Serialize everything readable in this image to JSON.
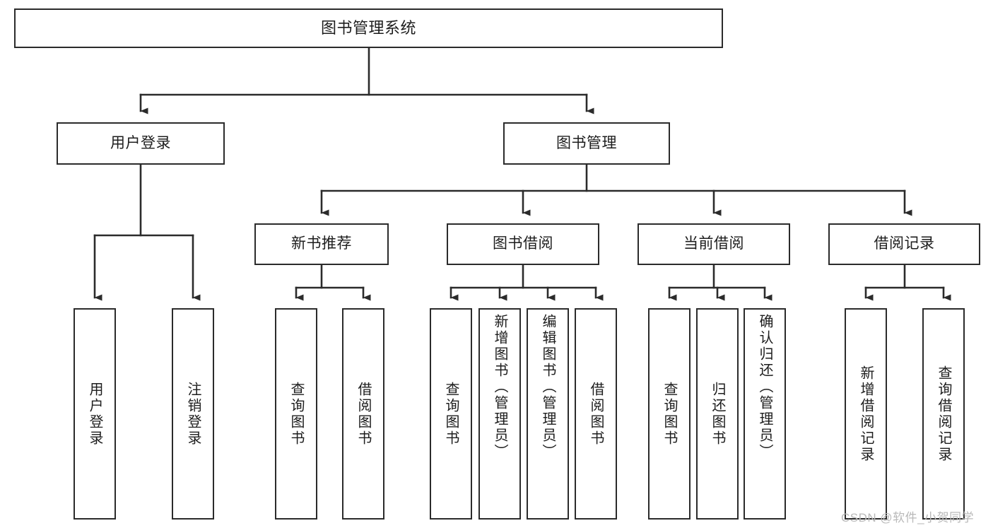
{
  "diagram": {
    "title": "图书管理系统",
    "type": "tree",
    "watermark": "CSDN @软件_小贺同学",
    "colors": {
      "border": "#2b2b2b",
      "text": "#1d1d1d",
      "background": "#ffffff",
      "watermark": "#b9b9b9"
    },
    "nodes": {
      "root": {
        "label": "图书管理系统",
        "level": 0
      },
      "user_login": {
        "label": "用户登录",
        "level": 1
      },
      "book_mgmt": {
        "label": "图书管理",
        "level": 1
      },
      "new_book_rec": {
        "label": "新书推荐",
        "level": 2
      },
      "book_borrow": {
        "label": "图书借阅",
        "level": 2
      },
      "current_borrow": {
        "label": "当前借阅",
        "level": 2
      },
      "borrow_record": {
        "label": "借阅记录",
        "level": 2
      },
      "leaf_user_login": {
        "label": "用户登录",
        "level": 3
      },
      "leaf_logout": {
        "label": "注销登录",
        "level": 3
      },
      "leaf_query_book_1": {
        "label": "查询图书",
        "level": 3
      },
      "leaf_borrow_book_1": {
        "label": "借阅图书",
        "level": 3
      },
      "leaf_query_book_2": {
        "label": "查询图书",
        "level": 3
      },
      "leaf_add_book": {
        "label": "新增图书（管理员）",
        "level": 3
      },
      "leaf_edit_book": {
        "label": "编辑图书（管理员）",
        "level": 3
      },
      "leaf_borrow_book_2": {
        "label": "借阅图书",
        "level": 3
      },
      "leaf_query_book_3": {
        "label": "查询图书",
        "level": 3
      },
      "leaf_return_book": {
        "label": "归还图书",
        "level": 3
      },
      "leaf_confirm_return": {
        "label": "确认归还（管理员）",
        "level": 3
      },
      "leaf_add_record": {
        "label": "新增借阅记录",
        "level": 3
      },
      "leaf_query_record": {
        "label": "查询借阅记录",
        "level": 3
      }
    },
    "edges": [
      {
        "from": "root",
        "to": "user_login"
      },
      {
        "from": "root",
        "to": "book_mgmt"
      },
      {
        "from": "user_login",
        "to": "leaf_user_login"
      },
      {
        "from": "user_login",
        "to": "leaf_logout"
      },
      {
        "from": "book_mgmt",
        "to": "new_book_rec"
      },
      {
        "from": "book_mgmt",
        "to": "book_borrow"
      },
      {
        "from": "book_mgmt",
        "to": "current_borrow"
      },
      {
        "from": "book_mgmt",
        "to": "borrow_record"
      },
      {
        "from": "new_book_rec",
        "to": "leaf_query_book_1"
      },
      {
        "from": "new_book_rec",
        "to": "leaf_borrow_book_1"
      },
      {
        "from": "book_borrow",
        "to": "leaf_query_book_2"
      },
      {
        "from": "book_borrow",
        "to": "leaf_add_book"
      },
      {
        "from": "book_borrow",
        "to": "leaf_edit_book"
      },
      {
        "from": "book_borrow",
        "to": "leaf_borrow_book_2"
      },
      {
        "from": "current_borrow",
        "to": "leaf_query_book_3"
      },
      {
        "from": "current_borrow",
        "to": "leaf_return_book"
      },
      {
        "from": "current_borrow",
        "to": "leaf_confirm_return"
      },
      {
        "from": "borrow_record",
        "to": "leaf_add_record"
      },
      {
        "from": "borrow_record",
        "to": "leaf_query_record"
      }
    ]
  }
}
